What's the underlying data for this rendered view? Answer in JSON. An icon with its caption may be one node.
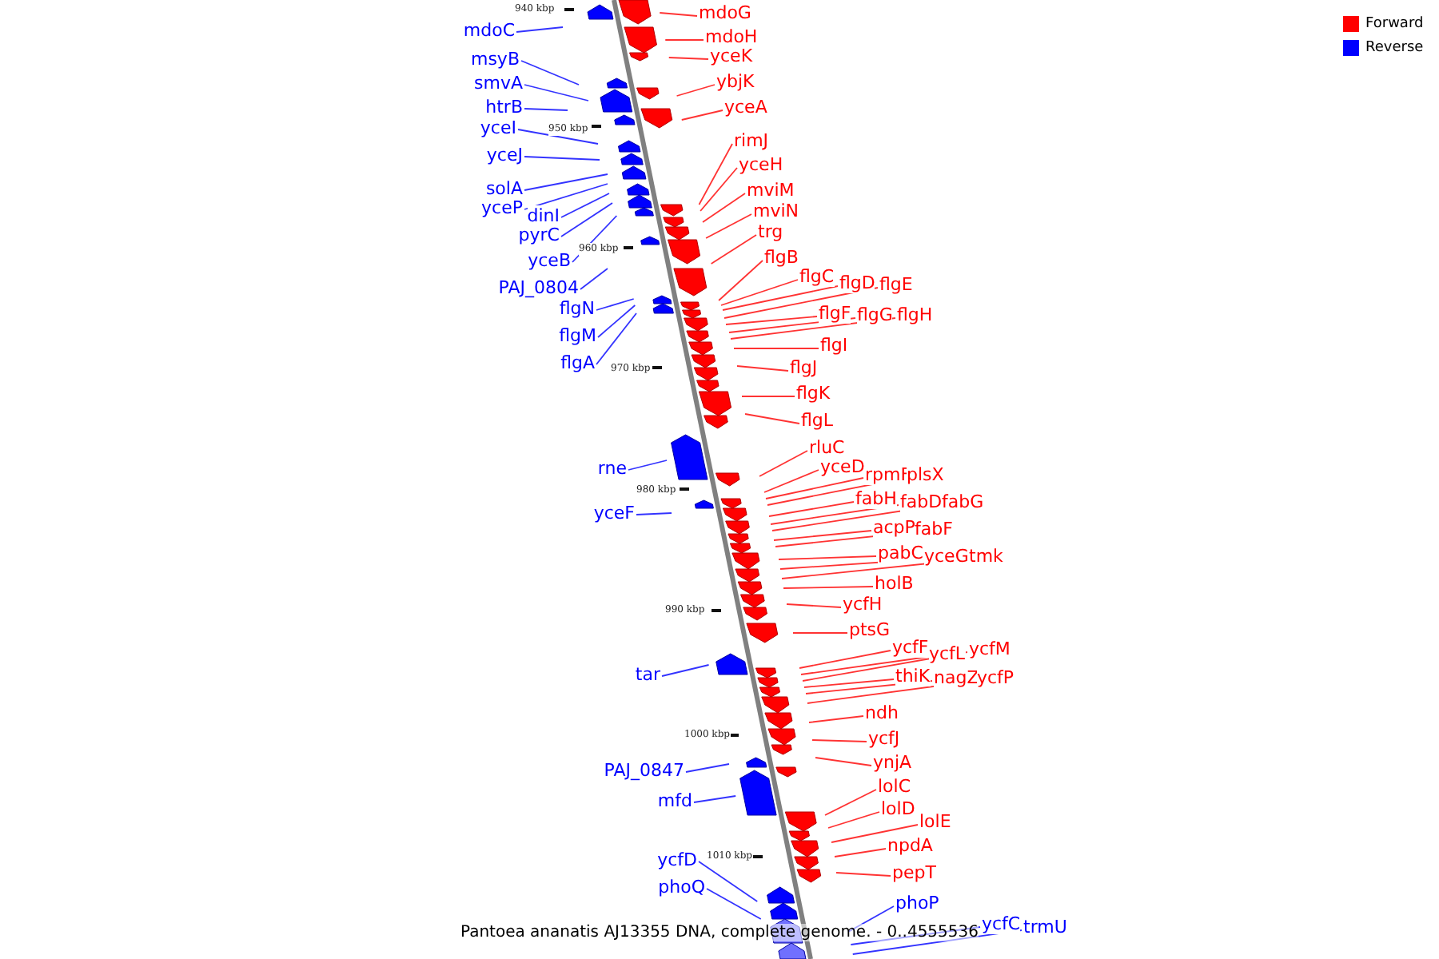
{
  "diagram": {
    "caption": "Pantoea ananatis AJ13355 DNA, complete genome. - 0..4555536",
    "nodes": [
      {
        "text": [
          "mdoC"
        ]
      },
      {
        "text": [
          "msyB"
        ]
      },
      {
        "text": [
          "smvA"
        ]
      },
      {
        "text": [
          "htrB"
        ]
      },
      {
        "text": [
          "yceI"
        ]
      },
      {
        "text": [
          "yceJ"
        ]
      },
      {
        "text": [
          "solA"
        ]
      },
      {
        "text": [
          "yceP"
        ]
      },
      {
        "text": [
          "dinI"
        ]
      },
      {
        "text": [
          "pyrC"
        ]
      },
      {
        "text": [
          "yceB"
        ]
      },
      {
        "text": [
          "PAJ_0804"
        ]
      },
      {
        "text": [
          "flgN"
        ]
      },
      {
        "text": [
          "flgM"
        ]
      },
      {
        "text": [
          "flgA"
        ]
      },
      {
        "text": [
          "rne"
        ]
      },
      {
        "text": [
          "yceF"
        ]
      },
      {
        "text": [
          "tar"
        ]
      },
      {
        "text": [
          "PAJ_0847"
        ]
      },
      {
        "text": [
          "mfd"
        ]
      },
      {
        "text": [
          "ycfD"
        ]
      },
      {
        "text": [
          "phoQ"
        ]
      },
      {
        "text": [
          "phoP"
        ]
      },
      {
        "text": [
          "ycfC"
        ]
      },
      {
        "text": [
          "trmU"
        ]
      },
      {
        "text": [
          "mdoG"
        ]
      },
      {
        "text": [
          "mdoH"
        ]
      },
      {
        "text": [
          "yceK"
        ]
      },
      {
        "text": [
          "ybjK"
        ]
      },
      {
        "text": [
          "yceA"
        ]
      },
      {
        "text": [
          "rimJ"
        ]
      },
      {
        "text": [
          "yceH"
        ]
      },
      {
        "text": [
          "mviM"
        ]
      },
      {
        "text": [
          "mviN"
        ]
      },
      {
        "text": [
          "trg"
        ]
      },
      {
        "text": [
          "flgB"
        ]
      },
      {
        "text": [
          "flgC"
        ]
      },
      {
        "text": [
          "flgD"
        ]
      },
      {
        "text": [
          "flgE"
        ]
      },
      {
        "text": [
          "flgF"
        ]
      },
      {
        "text": [
          "flgG"
        ]
      },
      {
        "text": [
          "flgH"
        ]
      },
      {
        "text": [
          "flgI"
        ]
      },
      {
        "text": [
          "flgJ"
        ]
      },
      {
        "text": [
          "flgK"
        ]
      },
      {
        "text": [
          "flgL"
        ]
      },
      {
        "text": [
          "rluC"
        ]
      },
      {
        "text": [
          "yceD"
        ]
      },
      {
        "text": [
          "rpmF"
        ]
      },
      {
        "text": [
          "plsX"
        ]
      },
      {
        "text": [
          "fabH"
        ]
      },
      {
        "text": [
          "fabD"
        ]
      },
      {
        "text": [
          "fabG"
        ]
      },
      {
        "text": [
          "acpP"
        ]
      },
      {
        "text": [
          "fabF"
        ]
      },
      {
        "text": [
          "pabC"
        ]
      },
      {
        "text": [
          "yceG"
        ]
      },
      {
        "text": [
          "tmk"
        ]
      },
      {
        "text": [
          "holB"
        ]
      },
      {
        "text": [
          "ycfH"
        ]
      },
      {
        "text": [
          "ptsG"
        ]
      },
      {
        "text": [
          "ycfF"
        ]
      },
      {
        "text": [
          "ycfL"
        ]
      },
      {
        "text": [
          "ycfM"
        ]
      },
      {
        "text": [
          "thiK"
        ]
      },
      {
        "text": [
          "nagZ"
        ]
      },
      {
        "text": [
          "ycfP"
        ]
      },
      {
        "text": [
          "ndh"
        ]
      },
      {
        "text": [
          "ycfJ"
        ]
      },
      {
        "text": [
          "ynjA"
        ]
      },
      {
        "text": [
          "lolC"
        ]
      },
      {
        "text": [
          "lolD"
        ]
      },
      {
        "text": [
          "lolE"
        ]
      },
      {
        "text": [
          "npdA"
        ]
      },
      {
        "text": [
          "pepT"
        ]
      }
    ],
    "edges": [
      {
        "from": 0,
        "to": null,
        "arrow": "none",
        "color": "#0000ff"
      },
      {
        "from": 1,
        "to": null,
        "arrow": "none",
        "color": "#0000ff"
      },
      {
        "from": 2,
        "to": null,
        "arrow": "none",
        "color": "#0000ff"
      },
      {
        "from": 3,
        "to": null,
        "arrow": "none",
        "color": "#0000ff"
      },
      {
        "from": 4,
        "to": null,
        "arrow": "none",
        "color": "#0000ff"
      },
      {
        "from": 5,
        "to": null,
        "arrow": "none",
        "color": "#0000ff"
      },
      {
        "from": 6,
        "to": null,
        "arrow": "none",
        "color": "#0000ff"
      },
      {
        "from": 7,
        "to": null,
        "arrow": "none",
        "color": "#0000ff"
      },
      {
        "from": 8,
        "to": null,
        "arrow": "none",
        "color": "#0000ff"
      },
      {
        "from": 9,
        "to": null,
        "arrow": "none",
        "color": "#0000ff"
      },
      {
        "from": 10,
        "to": null,
        "arrow": "none",
        "color": "#0000ff"
      },
      {
        "from": 11,
        "to": null,
        "arrow": "none",
        "color": "#0000ff"
      },
      {
        "from": 12,
        "to": null,
        "arrow": "none",
        "color": "#0000ff"
      },
      {
        "from": 13,
        "to": null,
        "arrow": "none",
        "color": "#0000ff"
      },
      {
        "from": 14,
        "to": null,
        "arrow": "none",
        "color": "#0000ff"
      },
      {
        "from": 15,
        "to": null,
        "arrow": "none",
        "color": "#0000ff"
      },
      {
        "from": 16,
        "to": null,
        "arrow": "none",
        "color": "#0000ff"
      },
      {
        "from": 17,
        "to": null,
        "arrow": "none",
        "color": "#0000ff"
      },
      {
        "from": 18,
        "to": null,
        "arrow": "none",
        "color": "#0000ff"
      },
      {
        "from": 19,
        "to": null,
        "arrow": "none",
        "color": "#0000ff"
      },
      {
        "from": 20,
        "to": null,
        "arrow": "none",
        "color": "#0000ff"
      },
      {
        "from": 21,
        "to": null,
        "arrow": "none",
        "color": "#0000ff"
      },
      {
        "from": 22,
        "to": null,
        "arrow": "none",
        "color": "#0000ff"
      },
      {
        "from": 23,
        "to": null,
        "arrow": "none",
        "color": "#0000ff"
      },
      {
        "from": 24,
        "to": null,
        "arrow": "none",
        "color": "#0000ff"
      },
      {
        "from": 25,
        "to": null,
        "arrow": "none"
      },
      {
        "from": 26,
        "to": null,
        "arrow": "none"
      },
      {
        "from": 27,
        "to": null,
        "arrow": "none"
      },
      {
        "from": 28,
        "to": null,
        "arrow": "none"
      },
      {
        "from": 29,
        "to": null,
        "arrow": "none"
      },
      {
        "from": 30,
        "to": null,
        "arrow": "none"
      },
      {
        "from": 31,
        "to": null,
        "arrow": "none"
      },
      {
        "from": 32,
        "to": null,
        "arrow": "none"
      },
      {
        "from": 33,
        "to": null,
        "arrow": "none"
      },
      {
        "from": 34,
        "to": null,
        "arrow": "none"
      },
      {
        "from": 35,
        "to": null,
        "arrow": "none"
      },
      {
        "from": 36,
        "to": null,
        "arrow": "none"
      },
      {
        "from": 37,
        "to": null,
        "arrow": "none"
      },
      {
        "from": 38,
        "to": null,
        "arrow": "none"
      },
      {
        "from": 39,
        "to": null,
        "arrow": "none"
      },
      {
        "from": 40,
        "to": null,
        "arrow": "none"
      },
      {
        "from": 41,
        "to": null,
        "arrow": "none"
      },
      {
        "from": 42,
        "to": null,
        "arrow": "none"
      },
      {
        "from": 43,
        "to": null,
        "arrow": "none"
      },
      {
        "from": 44,
        "to": null,
        "arrow": "none"
      },
      {
        "from": 45,
        "to": null,
        "arrow": "none"
      },
      {
        "from": 46,
        "to": null,
        "arrow": "none"
      },
      {
        "from": 47,
        "to": null,
        "arrow": "none"
      },
      {
        "from": 48,
        "to": null,
        "arrow": "none"
      },
      {
        "from": 49,
        "to": null,
        "arrow": "none"
      },
      {
        "from": 50,
        "to": null,
        "arrow": "none"
      },
      {
        "from": 51,
        "to": null,
        "arrow": "none"
      },
      {
        "from": 52,
        "to": null,
        "arrow": "none"
      },
      {
        "from": 53,
        "to": null,
        "arrow": "none"
      },
      {
        "from": 54,
        "to": null,
        "arrow": "none"
      },
      {
        "from": 55,
        "to": null,
        "arrow": "none"
      },
      {
        "from": 56,
        "to": null,
        "arrow": "none"
      },
      {
        "from": 57,
        "to": null,
        "arrow": "none"
      },
      {
        "from": 58,
        "to": null,
        "arrow": "none"
      },
      {
        "from": 59,
        "to": null,
        "arrow": "none"
      },
      {
        "from": 60,
        "to": null,
        "arrow": "none"
      },
      {
        "from": 61,
        "to": null,
        "arrow": "none"
      },
      {
        "from": 62,
        "to": null,
        "arrow": "none"
      },
      {
        "from": 63,
        "to": null,
        "arrow": "none"
      },
      {
        "from": 64,
        "to": null,
        "arrow": "none"
      },
      {
        "from": 65,
        "to": null,
        "arrow": "none"
      },
      {
        "from": 66,
        "to": null,
        "arrow": "none"
      },
      {
        "from": 67,
        "to": null,
        "arrow": "none"
      },
      {
        "from": 68,
        "to": null,
        "arrow": "none"
      },
      {
        "from": 69,
        "to": null,
        "arrow": "none"
      },
      {
        "from": 70,
        "to": null,
        "arrow": "none"
      },
      {
        "from": 71,
        "to": null,
        "arrow": "none"
      },
      {
        "from": 72,
        "to": null,
        "arrow": "none"
      },
      {
        "from": 73,
        "to": null,
        "arrow": "none"
      },
      {
        "from": 74,
        "to": null,
        "arrow": "none"
      }
    ],
    "labels": [
      "940 kbp",
      "950 kbp",
      "960 kbp",
      "970 kbp",
      "980 kbp",
      "990 kbp",
      "1000 kbp",
      "1010 kbp"
    ],
    "legend": [
      {
        "text": "Forward",
        "color": "#ff0000"
      },
      {
        "text": "Reverse",
        "color": "#0000ff"
      }
    ]
  }
}
